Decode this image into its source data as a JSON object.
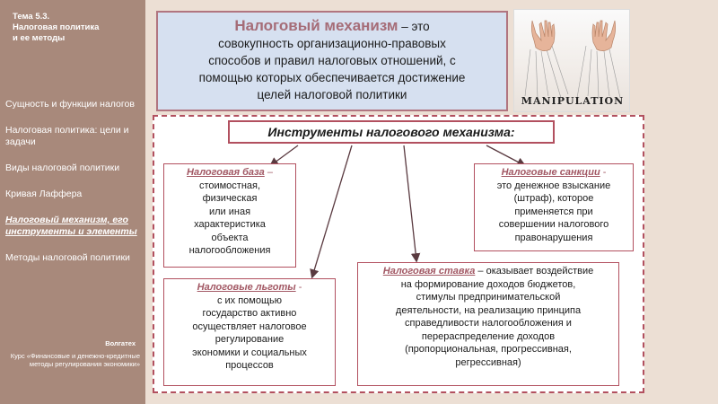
{
  "sidebar": {
    "topic": "Тема 5.3.\nНалоговая политика\nи ее методы",
    "items": [
      {
        "label": "Сущность и функции налогов",
        "active": false
      },
      {
        "label": "Налоговая политика: цели и задачи",
        "active": false
      },
      {
        "label": "Виды налоговой политики",
        "active": false
      },
      {
        "label": "Кривая Лаффера",
        "active": false
      },
      {
        "label": "Налоговый механизм, его инструменты и элементы",
        "active": true
      },
      {
        "label": "Методы налоговой политики",
        "active": false
      }
    ],
    "org": "Волгатех",
    "course": "Курс «Финансовые и денежно-кредитные методы регулирования экономики»"
  },
  "definition": {
    "term": "Налоговый механизм",
    "dash": " – это",
    "lines": [
      "совокупность организационно-правовых",
      "способов и правил налоговых отношений, с",
      "помощью которых обеспечивается достижение",
      "целей налоговой политики"
    ]
  },
  "photo": {
    "word": "MANIPULATION"
  },
  "tools": {
    "title": "Инструменты налогового механизма:",
    "base": {
      "title": "Налоговая база",
      "dash": " –",
      "lines": [
        "стоимостная,",
        "физическая",
        "или иная",
        "характеристика",
        "объекта",
        "налогообложения"
      ]
    },
    "sanctions": {
      "title": "Налоговые санкции",
      "dash": " -",
      "lines": [
        "это денежное взыскание",
        "(штраф), которое",
        "применяется при",
        "совершении налогового",
        "правонарушения"
      ]
    },
    "benefits": {
      "title": "Налоговые льготы",
      "dash": " -",
      "lines": [
        "с их помощью",
        "государство активно",
        "осуществляет налоговое",
        "регулирование",
        "экономики и социальных",
        "процессов"
      ]
    },
    "rate": {
      "title": "Налоговая ставка",
      "first_line_rest": " – оказывает воздействие",
      "lines": [
        "на формирование доходов бюджетов,",
        "стимулы предпринимательской",
        "деятельности, на реализацию принципа",
        "справедливости налогообложения и",
        "перераспределение доходов",
        "(пропорциональная, прогрессивная,",
        "регрессивная)"
      ]
    }
  },
  "colors": {
    "sidebar_bg": "#a8897b",
    "accent": "#b2505f",
    "term": "#a56c77",
    "definition_bg": "#d6e0f0"
  }
}
